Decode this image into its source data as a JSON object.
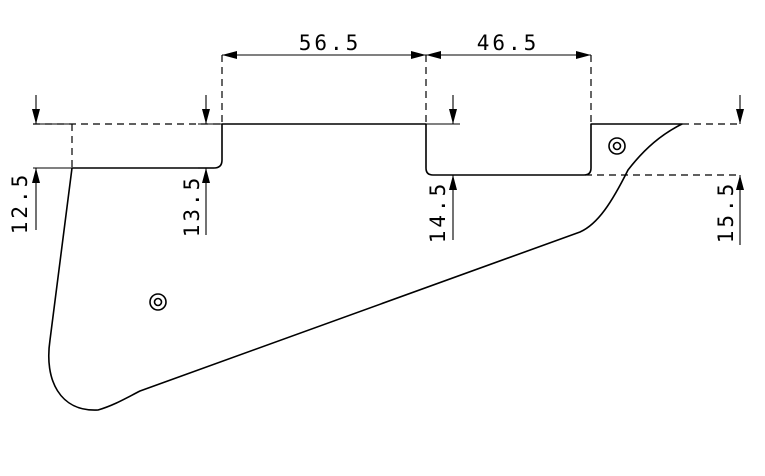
{
  "dimensions": {
    "top_left_gap": "56.5",
    "top_right_gap": "46.5",
    "left_depth": "12.5",
    "second_depth": "13.5",
    "third_depth": "14.5",
    "right_depth": "15.5"
  },
  "mounting_holes": {
    "count": 2,
    "icon": "concentric-circles"
  },
  "colors": {
    "line": "#000000",
    "background": "#ffffff"
  }
}
